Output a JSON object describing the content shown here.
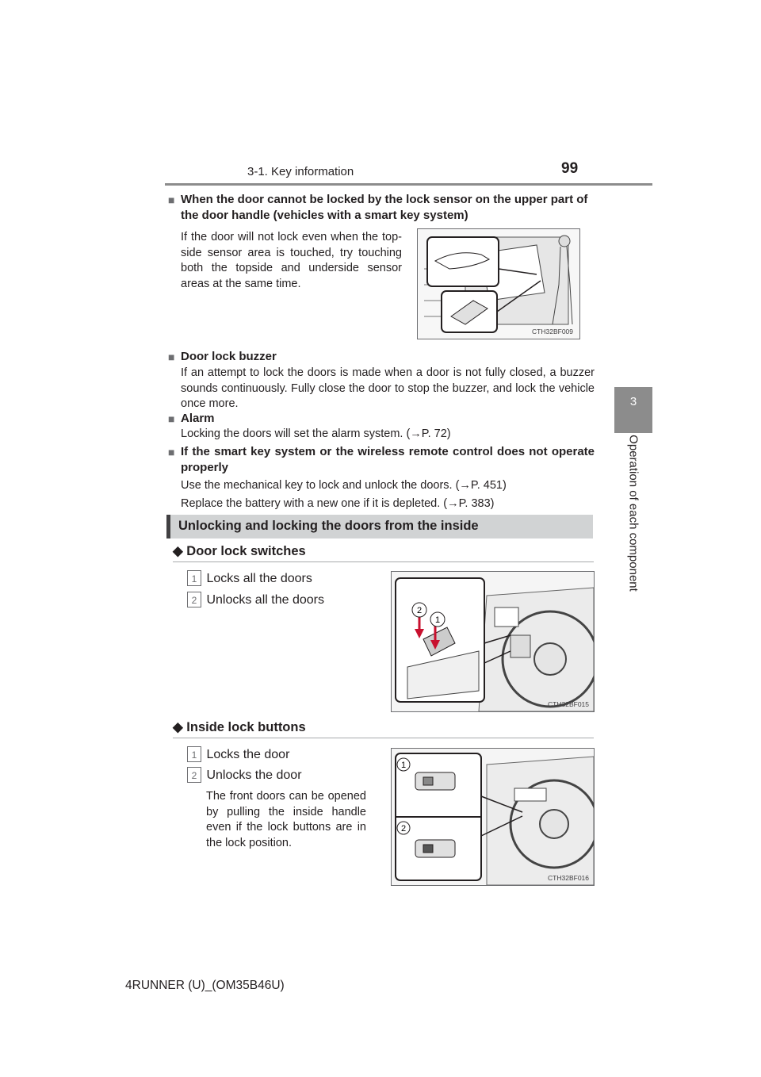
{
  "header": {
    "section": "3-1. Key information",
    "page_number": "99"
  },
  "side_tab": {
    "number": "3",
    "label": "Operation of each component"
  },
  "notes": [
    {
      "marker": "■",
      "heading": "When the door cannot be locked by the lock sensor on the upper part of the door handle (vehicles with a smart key system)",
      "body": "If the door will not lock even when the top-side sensor area is touched, try touching both the topside and underside sensor areas at the same time."
    },
    {
      "marker": "■",
      "heading": "Door lock buzzer",
      "body": "If an attempt to lock the doors is made when a door is not fully closed, a buzzer sounds continuously. Fully close the door to stop the buzzer, and lock the vehicle once more."
    },
    {
      "marker": "■",
      "heading": "Alarm",
      "body": "Locking the doors will set the alarm system. (→P. 72)"
    },
    {
      "marker": "■",
      "heading": "If the smart key system or the wireless remote control does not operate properly",
      "body": "Use the mechanical key to lock and unlock the doors. (→P. 451)",
      "body2": "Replace the battery with a new one if it is depleted. (→P. 383)"
    }
  ],
  "section_title": "Unlocking and locking the doors from the inside",
  "subsections": [
    {
      "marker": "◆",
      "title": "Door lock switches",
      "steps": [
        {
          "num": "1",
          "text": "Locks all the doors"
        },
        {
          "num": "2",
          "text": "Unlocks all the doors"
        }
      ],
      "figure_code": "CTH32BF015"
    },
    {
      "marker": "◆",
      "title": "Inside lock buttons",
      "steps": [
        {
          "num": "1",
          "text": "Locks the door"
        },
        {
          "num": "2",
          "text": "Unlocks the door"
        }
      ],
      "note": "The front doors can be opened by pulling the inside handle even if the lock buttons are in the lock position.",
      "figure_code": "CTH32BF016"
    }
  ],
  "figure1_code": "CTH32BF009",
  "footer": "4RUNNER (U)_(OM35B46U)"
}
